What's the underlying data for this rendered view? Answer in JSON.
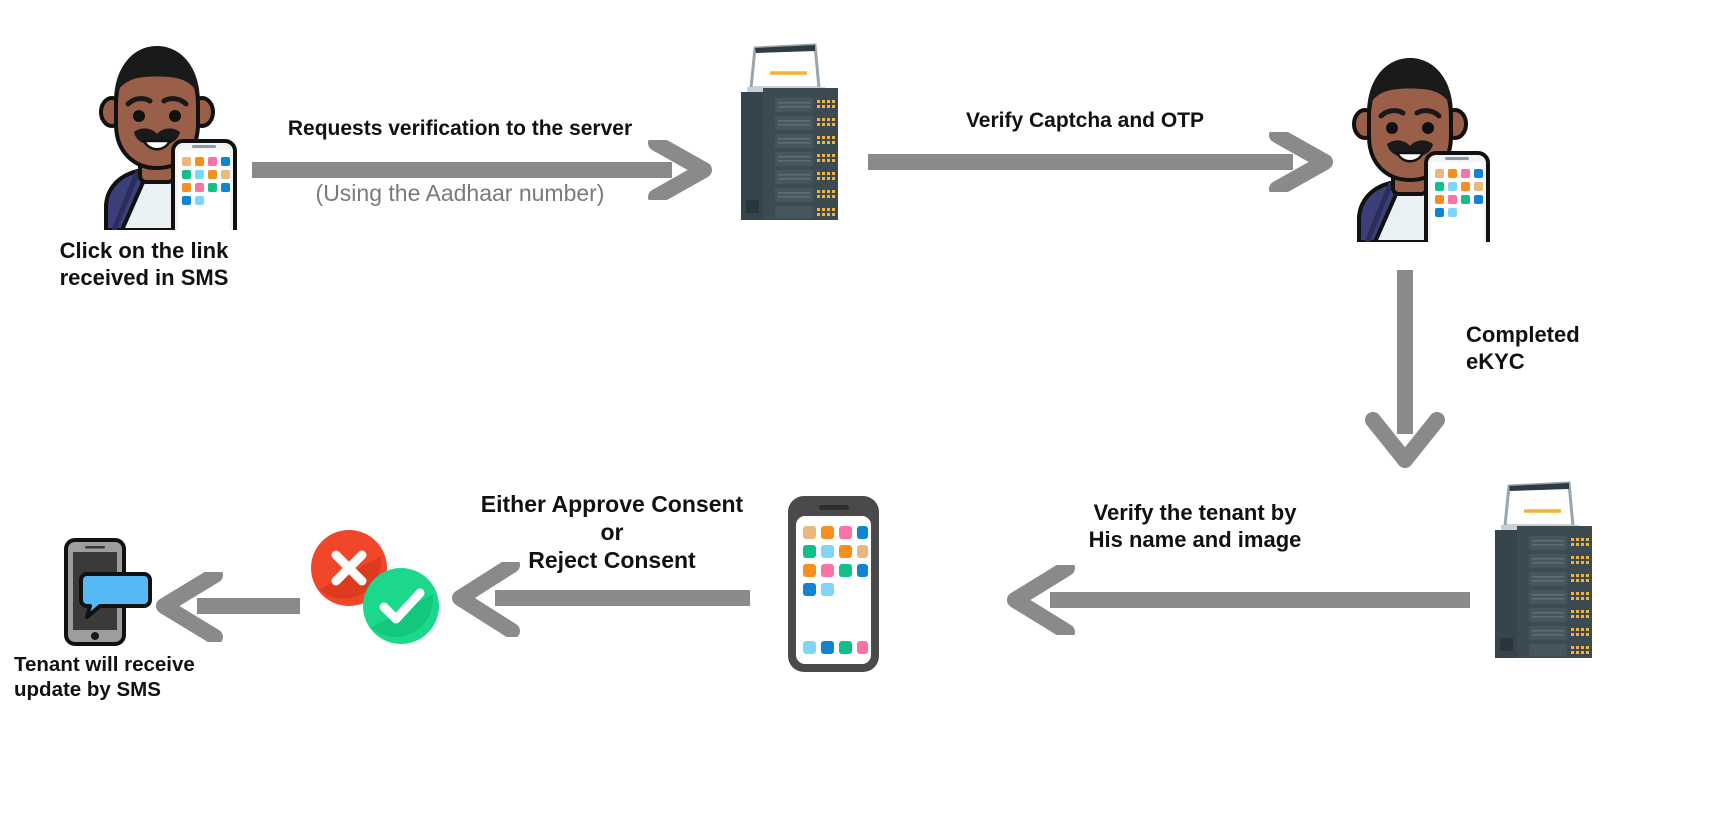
{
  "diagram": {
    "title": "eKYC tenant verification flow",
    "colors": {
      "arrow": "#8a8a8a",
      "text": "#111111",
      "subtext": "#7a7a7a",
      "server_body": "#3c4a52",
      "server_side": "#36454d",
      "server_light": "#f5b335",
      "reject": "#f0462a",
      "approve": "#1bd88a",
      "skin": "#9a5f48",
      "hair": "#1a1a1a",
      "shirt": "#eaf1f5",
      "bag": "#3d3f7a",
      "sms_bubble": "#55b9f3",
      "phone_frame": "#4a4a4a"
    },
    "nodes": [
      {
        "id": "user-sms",
        "type": "person-with-phone",
        "caption": "Click on the link\nreceived in SMS"
      },
      {
        "id": "server-top",
        "type": "server-rack",
        "caption": ""
      },
      {
        "id": "user-verified",
        "type": "person-with-phone",
        "caption": ""
      },
      {
        "id": "server-bottom",
        "type": "server-rack",
        "caption": ""
      },
      {
        "id": "tenant-phone",
        "type": "smartphone-apps",
        "caption": ""
      },
      {
        "id": "consent-choice",
        "type": "approve-reject-badges",
        "caption": ""
      },
      {
        "id": "sms-phone",
        "type": "phone-with-sms",
        "caption": "Tenant will receive\nupdate by SMS"
      }
    ],
    "edges": [
      {
        "id": "edge-request-verification",
        "from": "user-sms",
        "to": "server-top",
        "direction": "right",
        "label": "Requests verification to the server",
        "sublabel": "(Using the Aadhaar number)"
      },
      {
        "id": "edge-verify-captcha-otp",
        "from": "server-top",
        "to": "user-verified",
        "direction": "right",
        "label": "Verify Captcha and OTP",
        "sublabel": ""
      },
      {
        "id": "edge-completed-ekyc",
        "from": "user-verified",
        "to": "server-bottom",
        "direction": "down",
        "label": "Completed\neKYC",
        "sublabel": ""
      },
      {
        "id": "edge-verify-tenant",
        "from": "server-bottom",
        "to": "tenant-phone",
        "direction": "left",
        "label": "Verify the tenant by\nHis name and image",
        "sublabel": ""
      },
      {
        "id": "edge-consent",
        "from": "tenant-phone",
        "to": "consent-choice",
        "direction": "left",
        "label": "Either Approve Consent\nor\nReject Consent",
        "sublabel": ""
      },
      {
        "id": "edge-sms-update",
        "from": "consent-choice",
        "to": "sms-phone",
        "direction": "left",
        "label": "",
        "sublabel": ""
      }
    ],
    "labels": {
      "click_link_sms": "Click on the link\nreceived in SMS",
      "requests_verification": "Requests verification to the server",
      "using_aadhaar": "(Using the Aadhaar number)",
      "verify_captcha_otp": "Verify Captcha and OTP",
      "completed_ekyc": "Completed\neKYC",
      "verify_tenant": "Verify the tenant by\nHis name and image",
      "consent_choice": "Either Approve Consent\nor\nReject Consent",
      "tenant_update_sms": "Tenant will receive\nupdate by SMS"
    },
    "icons": {
      "reject": "reject-cross-icon",
      "approve": "approve-check-icon",
      "server": "server-rack-icon",
      "person": "person-with-phone-icon",
      "phone": "smartphone-icon",
      "sms": "sms-message-icon"
    }
  }
}
